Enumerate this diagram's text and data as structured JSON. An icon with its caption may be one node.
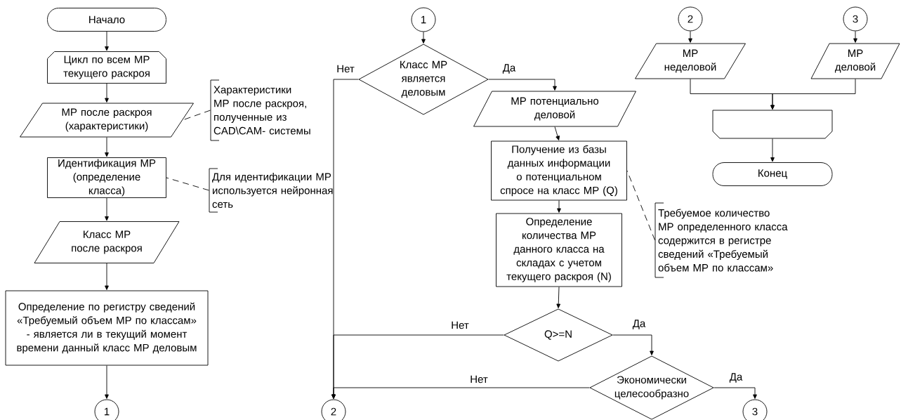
{
  "diagram": {
    "nodes": [
      {
        "text": [
          "Начало"
        ]
      },
      {
        "text": [
          "Цикл по всем МР текущего раскроя"
        ]
      },
      {
        "text": [
          "МР после раскроя (характеристики)"
        ]
      },
      {
        "text": [
          "Характеристики МР после раскроя, полученные из CAD\\CAM- системы"
        ]
      },
      {
        "text": [
          "Идентификация МР (определение класса)"
        ]
      },
      {
        "text": [
          "Для идентификации МР используется нейронная сеть"
        ]
      },
      {
        "text": [
          "Класс МР после раскроя"
        ]
      },
      {
        "text": [
          "Определение по регистру сведений «Требуемый объем МР по классам» - является ли в текущий момент времени данный класс МР деловым"
        ]
      },
      {
        "text": [
          "1"
        ]
      },
      {
        "text": [
          "1"
        ]
      },
      {
        "text": [
          "Класс МР является деловым"
        ]
      },
      {
        "text": [
          "МР потенциально деловой"
        ]
      },
      {
        "text": [
          "Получение из базы данных информации о потенциальном спросе на класс МР (Q)"
        ]
      },
      {
        "text": [
          "Определение количества МР данного класса на складах с учетом текущего раскроя (N)"
        ]
      },
      {
        "text": [
          "Требуемое количество МР определенного класса содержится в регистре сведений «Требуемый объем МР по классам»"
        ]
      },
      {
        "text": [
          "Q>=N"
        ]
      },
      {
        "text": [
          "Экономически целесообразно"
        ]
      },
      {
        "text": [
          "2"
        ]
      },
      {
        "text": [
          "3"
        ]
      },
      {
        "text": [
          "2"
        ]
      },
      {
        "text": [
          "3"
        ]
      },
      {
        "text": [
          "МР неделовой"
        ]
      },
      {
        "text": [
          "МР деловой"
        ]
      },
      {
        "text": [],
        "shape": "box"
      },
      {
        "text": [
          "Конец"
        ]
      }
    ],
    "edges": [
      {
        "from": 0,
        "to": 1,
        "arrow": "to"
      },
      {
        "from": 1,
        "to": 2,
        "arrow": "to"
      },
      {
        "from": 3,
        "to": 2,
        "arrow": "none",
        "style": "dashed"
      },
      {
        "from": 2,
        "to": 4,
        "arrow": "to"
      },
      {
        "from": 5,
        "to": 4,
        "arrow": "none",
        "style": "dashed"
      },
      {
        "from": 4,
        "to": 6,
        "arrow": "to"
      },
      {
        "from": 6,
        "to": 7,
        "arrow": "to"
      },
      {
        "from": 7,
        "to": 8,
        "arrow": "to"
      },
      {
        "from": 9,
        "to": 10,
        "arrow": "to"
      },
      {
        "from": 10,
        "to": 11,
        "arrow": "to",
        "label": "Да"
      },
      {
        "from": 10,
        "to": 17,
        "arrow": "to",
        "label": "Нет"
      },
      {
        "from": 11,
        "to": 12,
        "arrow": "to"
      },
      {
        "from": 14,
        "to": 12,
        "arrow": "none",
        "style": "dashed"
      },
      {
        "from": 12,
        "to": 13,
        "arrow": "to"
      },
      {
        "from": 13,
        "to": 15,
        "arrow": "to"
      },
      {
        "from": 15,
        "to": 17,
        "arrow": "to",
        "label": "Нет"
      },
      {
        "from": 15,
        "to": 16,
        "arrow": "to",
        "label": "Да"
      },
      {
        "from": 16,
        "to": 17,
        "arrow": "to",
        "label": "Нет"
      },
      {
        "from": 16,
        "to": 18,
        "arrow": "to",
        "label": "Да"
      },
      {
        "from": 19,
        "to": 21,
        "arrow": "to"
      },
      {
        "from": 20,
        "to": 22,
        "arrow": "to"
      },
      {
        "from": 21,
        "to": 23,
        "arrow": "to"
      },
      {
        "from": 22,
        "to": 23,
        "arrow": "to"
      },
      {
        "from": 23,
        "to": 24,
        "arrow": "to"
      }
    ]
  }
}
